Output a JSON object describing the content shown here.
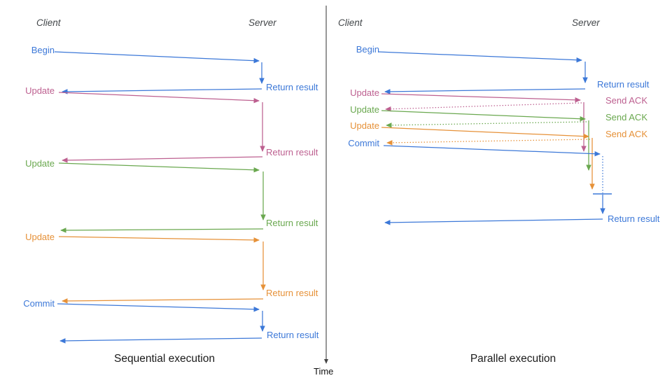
{
  "colors": {
    "blue": "#3c78d8",
    "pink": "#bd6090",
    "green": "#6aa84f",
    "orange": "#e69138",
    "heading": "#43474a",
    "caption": "#1a1a1a",
    "axis": "#444444"
  },
  "time_axis": {
    "label": "Time"
  },
  "sequential": {
    "client_header": "Client",
    "server_header": "Server",
    "caption": "Sequential execution",
    "messages": [
      {
        "label": "Begin",
        "color": "#3c78d8",
        "response": "Return result"
      },
      {
        "label": "Update",
        "color": "#bd6090",
        "response": "Return result"
      },
      {
        "label": "Update",
        "color": "#6aa84f",
        "response": "Return result"
      },
      {
        "label": "Update",
        "color": "#e69138",
        "response": "Return result"
      },
      {
        "label": "Commit",
        "color": "#3c78d8",
        "response": "Return result"
      }
    ]
  },
  "parallel": {
    "client_header": "Client",
    "server_header": "Server",
    "caption": "Parallel execution",
    "messages": [
      {
        "label": "Begin",
        "color": "#3c78d8",
        "response": "Return result"
      },
      {
        "label": "Update",
        "color": "#bd6090",
        "response": "Send ACK"
      },
      {
        "label": "Update",
        "color": "#6aa84f",
        "response": "Send ACK"
      },
      {
        "label": "Update",
        "color": "#e69138",
        "response": "Send ACK"
      },
      {
        "label": "Commit",
        "color": "#3c78d8",
        "response": "Return result"
      }
    ]
  }
}
